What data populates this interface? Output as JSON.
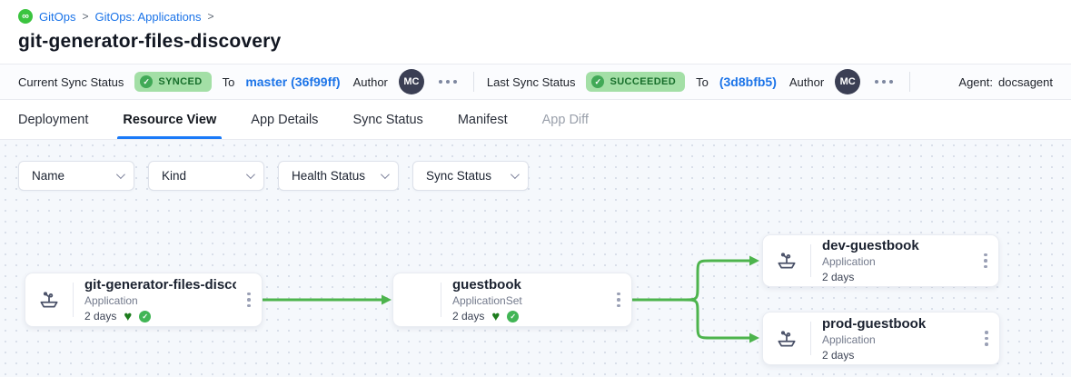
{
  "breadcrumb": {
    "logo_icon": "gitops-logo",
    "items": [
      {
        "label": "GitOps"
      },
      {
        "label": "GitOps: Applications"
      }
    ],
    "separator": ">"
  },
  "page_title": "git-generator-files-discovery",
  "status_bar": {
    "current": {
      "label": "Current Sync Status",
      "badge": "SYNCED",
      "to_label": "To",
      "revision": "master (36f99ff)",
      "author_label": "Author",
      "author_initials": "MC"
    },
    "last": {
      "label": "Last Sync Status",
      "badge": "SUCCEEDED",
      "to_label": "To",
      "revision": "(3d8bfb5)",
      "author_label": "Author",
      "author_initials": "MC"
    },
    "agent": {
      "label": "Agent:",
      "value": "docsagent"
    }
  },
  "tabs": [
    {
      "label": "Deployment"
    },
    {
      "label": "Resource View",
      "active": true
    },
    {
      "label": "App Details"
    },
    {
      "label": "Sync Status"
    },
    {
      "label": "Manifest"
    },
    {
      "label": "App Diff",
      "disabled": true
    }
  ],
  "filters": [
    {
      "label": "Name"
    },
    {
      "label": "Kind"
    },
    {
      "label": "Health Status"
    },
    {
      "label": "Sync Status"
    }
  ],
  "graph": {
    "edge_color": "#4db44d",
    "nodes": [
      {
        "title": "git-generator-files-disco...",
        "kind": "Application",
        "age": "2 days",
        "health": "healthy",
        "synced": true,
        "icon": "argo-application-icon"
      },
      {
        "title": "guestbook",
        "kind": "ApplicationSet",
        "age": "2 days",
        "health": "healthy",
        "synced": true,
        "icon": "none"
      },
      {
        "title": "dev-guestbook",
        "kind": "Application",
        "age": "2 days",
        "icon": "argo-application-icon"
      },
      {
        "title": "prod-guestbook",
        "kind": "Application",
        "age": "2 days",
        "icon": "argo-application-icon"
      }
    ]
  },
  "colors": {
    "link_blue": "#1c74e8",
    "badge_bg": "#a3dfa6",
    "badge_text": "#176e2b",
    "edge_green": "#4db44d",
    "active_tab_underline": "#1a7af8"
  }
}
